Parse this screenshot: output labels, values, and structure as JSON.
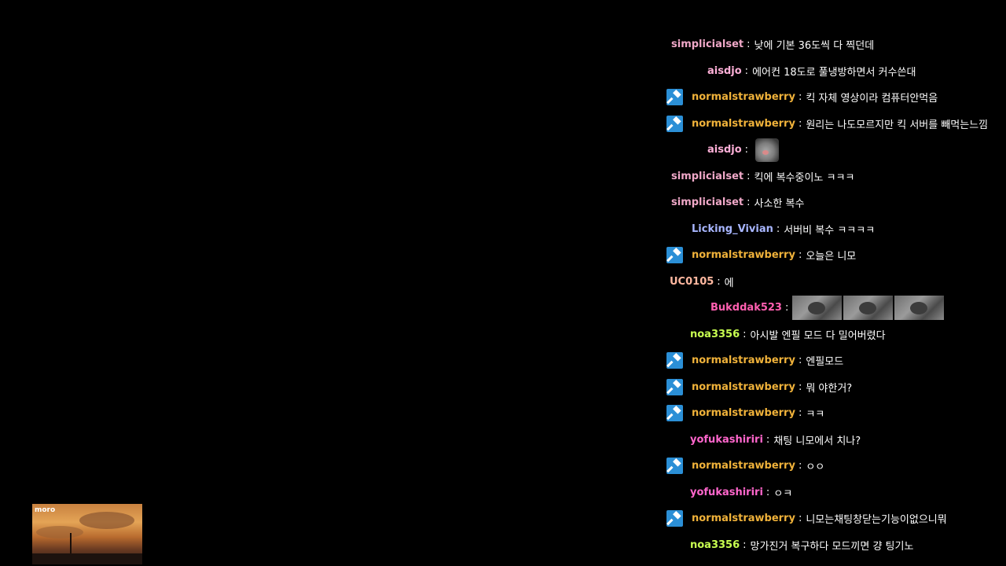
{
  "chat": {
    "messages": [
      {
        "user": "simplicialset",
        "text": "낮에 기본 36도씩 다 찍던데",
        "color": "#f0a8c8",
        "badge": false,
        "indent": 8
      },
      {
        "user": "aisdjo",
        "text": "에어컨 18도로 풀냉방하면서 커수쓴대",
        "color": "#ffb0d8",
        "badge": false,
        "indent": 54
      },
      {
        "user": "normalstrawberry",
        "text": "킥 자체 영상이라 컴퓨터안먹음",
        "color": "#f0b23a",
        "badge": true,
        "indent": 34
      },
      {
        "user": "normalstrawberry",
        "text": "원리는 나도모르지만 킥 서버를 빼먹는느낌",
        "color": "#f0b23a",
        "badge": true,
        "indent": 34
      },
      {
        "user": "aisdjo",
        "text": "",
        "color": "#ffb0d8",
        "badge": false,
        "indent": 54,
        "emote": "dog-emote"
      },
      {
        "user": "simplicialset",
        "text": "킥에 복수중이노 ㅋㅋㅋ",
        "color": "#f0a8c8",
        "badge": false,
        "indent": 8
      },
      {
        "user": "simplicialset",
        "text": "사소한 복수",
        "color": "#f0a8c8",
        "badge": false,
        "indent": 8
      },
      {
        "user": "Licking_Vivian",
        "text": "서버비 복수 ㅋㅋㅋㅋ",
        "color": "#a8b6ff",
        "badge": false,
        "indent": 34
      },
      {
        "user": "normalstrawberry",
        "text": "오늘은 니모",
        "color": "#f0b23a",
        "badge": true,
        "indent": 34
      },
      {
        "user": "UC0105",
        "text": "에",
        "color": "#ffb8a0",
        "badge": false,
        "indent": 6
      },
      {
        "user": "Bukddak523",
        "text": "",
        "color": "#ff5fb0",
        "badge": false,
        "indent": 58,
        "gifs": 3
      },
      {
        "user": "noa3356",
        "text": "아시발 엔필 모드 다 밀어버렸다",
        "color": "#c8ff50",
        "badge": false,
        "indent": 32
      },
      {
        "user": "normalstrawberry",
        "text": "엔필모드",
        "color": "#f0b23a",
        "badge": true,
        "indent": 34
      },
      {
        "user": "normalstrawberry",
        "text": "뭐 야한거?",
        "color": "#f0b23a",
        "badge": true,
        "indent": 34
      },
      {
        "user": "normalstrawberry",
        "text": "ㅋㅋ",
        "color": "#f0b23a",
        "badge": true,
        "indent": 34
      },
      {
        "user": "yofukashiriri",
        "text": "채팅 니모에서 치나?",
        "color": "#ff66cc",
        "badge": false,
        "indent": 32
      },
      {
        "user": "normalstrawberry",
        "text": "ㅇㅇ",
        "color": "#f0b23a",
        "badge": true,
        "indent": 34
      },
      {
        "user": "yofukashiriri",
        "text": "ㅇㅋ",
        "color": "#ff66cc",
        "badge": false,
        "indent": 32
      },
      {
        "user": "normalstrawberry",
        "text": "니모는채팅창닫는기능이없으니뭐",
        "color": "#f0b23a",
        "badge": true,
        "indent": 34
      },
      {
        "user": "noa3356",
        "text": "망가진거 복구하다 모드끼면 걍 팅기노",
        "color": "#c8ff50",
        "badge": false,
        "indent": 32
      }
    ],
    "separator": ":",
    "badge_icon": "hammer-icon"
  },
  "overlay": {
    "logo": "moro",
    "icon": "broadcast-thumbnail"
  }
}
